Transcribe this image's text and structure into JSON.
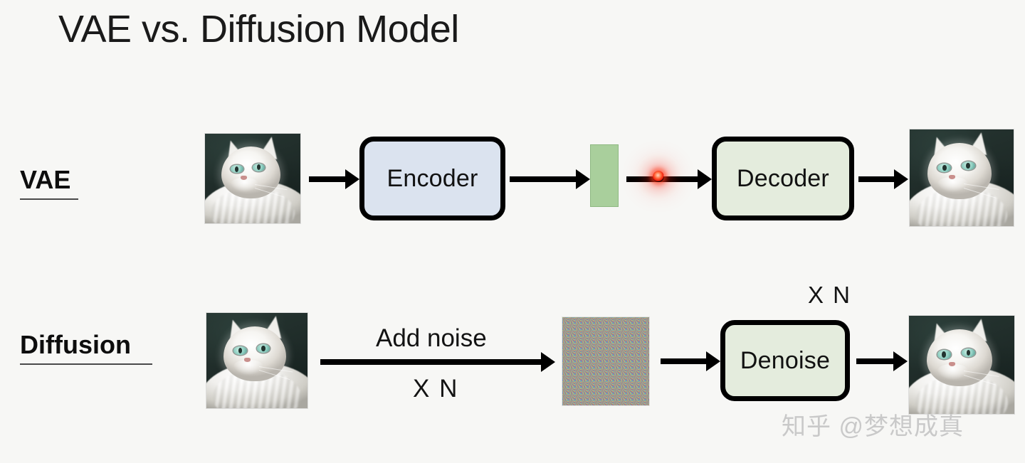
{
  "slide": {
    "title": "VAE vs. Diffusion Model",
    "background_color": "#f7f7f5"
  },
  "rows": {
    "vae": {
      "label": "VAE",
      "encoder_label": "Encoder",
      "decoder_label": "Decoder",
      "encoder_color": "#dbe3ef",
      "decoder_color": "#e4ecdd",
      "latent_color": "#a9cf9c",
      "noise_dot_color": "#f01a0a"
    },
    "diffusion": {
      "label": "Diffusion",
      "add_noise_label": "Add noise",
      "repeat_label_bottom": "X N",
      "repeat_label_top": "X N",
      "denoise_label": "Denoise",
      "denoise_color": "#e4ecdd"
    }
  },
  "images": {
    "vae_input_alt": "cat-photo",
    "vae_output_alt": "cat-photo",
    "diffusion_input_alt": "cat-photo",
    "diffusion_output_alt": "cat-photo",
    "noise_alt": "random-noise-image"
  },
  "watermark": {
    "text": "知乎 @梦想成真",
    "color": "#c9c9c9"
  }
}
